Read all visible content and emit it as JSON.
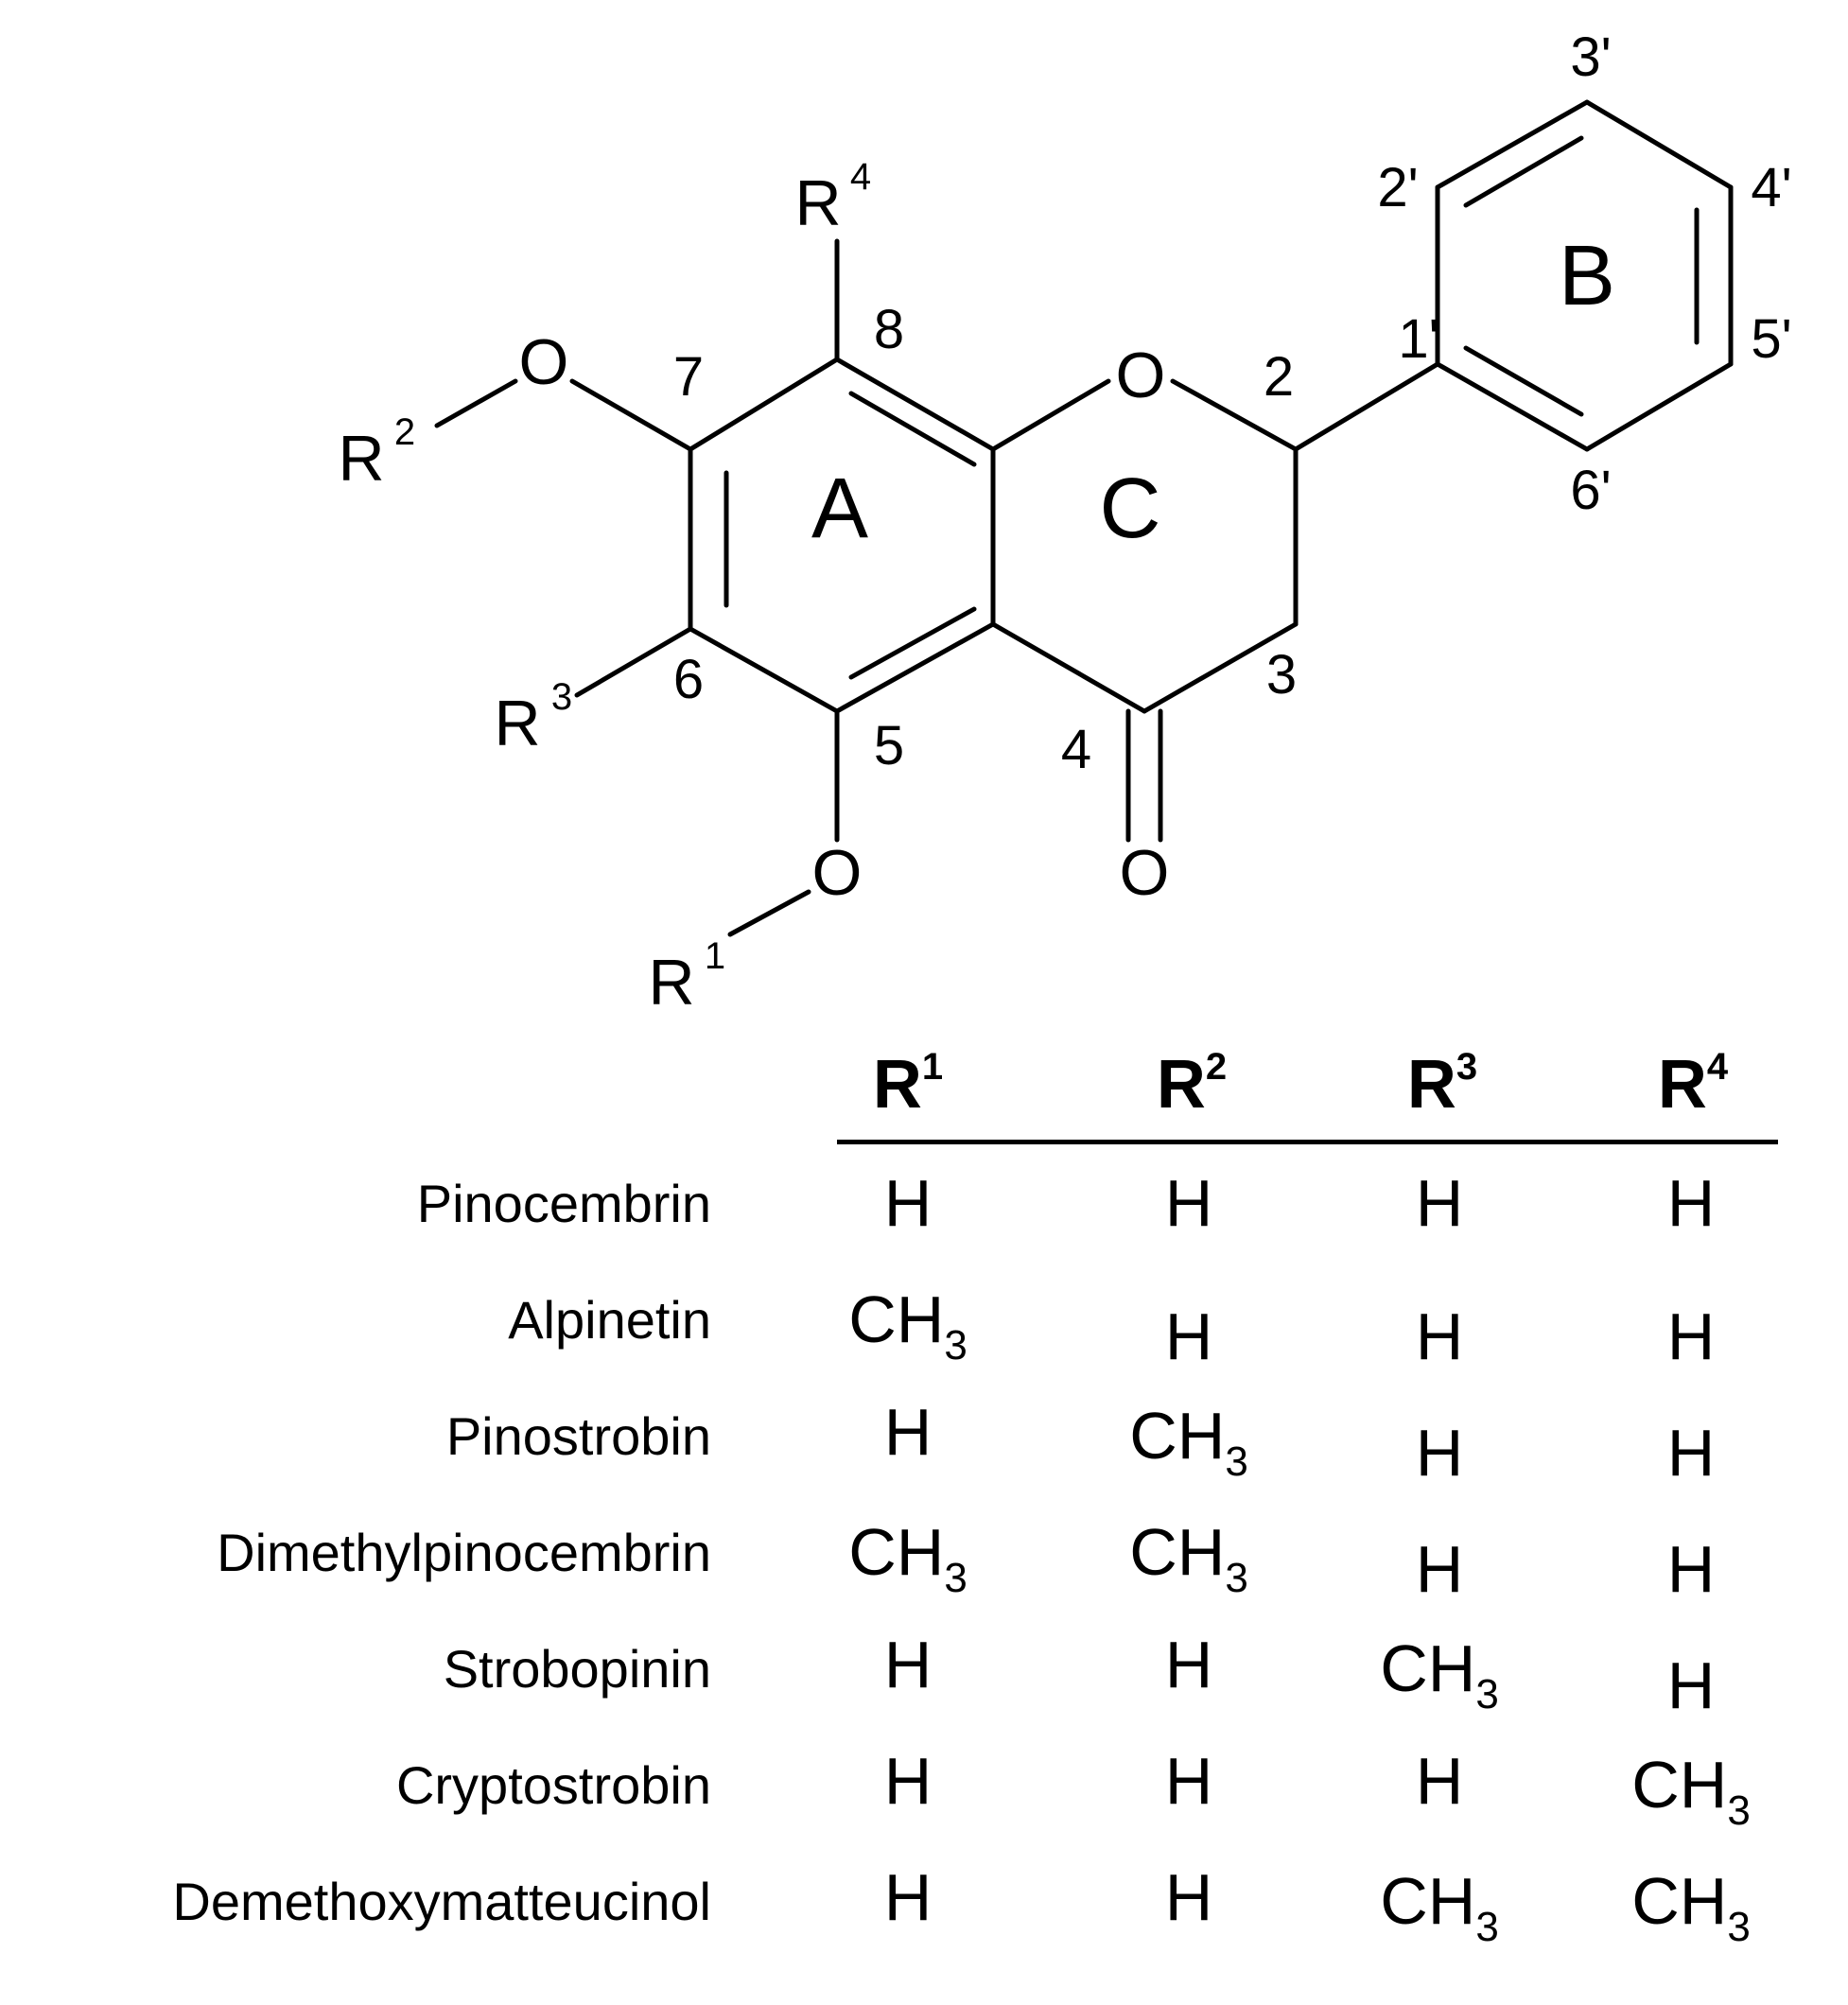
{
  "structure": {
    "atoms": {
      "o1": "O",
      "o7": "O",
      "o5": "O",
      "o4": "O",
      "r1": "R",
      "r1_sup": "1",
      "r2": "R",
      "r2_sup": "2",
      "r3": "R",
      "r3_sup": "3",
      "r4": "R",
      "r4_sup": "4"
    },
    "positions": {
      "p2": "2",
      "p3": "3",
      "p4": "4",
      "p5": "5",
      "p6": "6",
      "p7": "7",
      "p8": "8",
      "p1p": "1'",
      "p2p": "2'",
      "p3p": "3'",
      "p4p": "4'",
      "p5p": "5'",
      "p6p": "6'"
    },
    "rings": {
      "a": "A",
      "b": "B",
      "c": "C"
    }
  },
  "table": {
    "headers": [
      {
        "base": "R",
        "sup": "1"
      },
      {
        "base": "R",
        "sup": "2"
      },
      {
        "base": "R",
        "sup": "3"
      },
      {
        "base": "R",
        "sup": "4"
      }
    ],
    "rows": [
      {
        "name": "Pinocembrin",
        "cells": [
          {
            "base": "H",
            "sub": ""
          },
          {
            "base": "H",
            "sub": ""
          },
          {
            "base": "H",
            "sub": ""
          },
          {
            "base": "H",
            "sub": ""
          }
        ]
      },
      {
        "name": "Alpinetin",
        "cells": [
          {
            "base": "CH",
            "sub": "3"
          },
          {
            "base": "H",
            "sub": ""
          },
          {
            "base": "H",
            "sub": ""
          },
          {
            "base": "H",
            "sub": ""
          }
        ]
      },
      {
        "name": "Pinostrobin",
        "cells": [
          {
            "base": "H",
            "sub": ""
          },
          {
            "base": "CH",
            "sub": "3"
          },
          {
            "base": "H",
            "sub": ""
          },
          {
            "base": "H",
            "sub": ""
          }
        ]
      },
      {
        "name": "Dimethylpinocembrin",
        "cells": [
          {
            "base": "CH",
            "sub": "3"
          },
          {
            "base": "CH",
            "sub": "3"
          },
          {
            "base": "H",
            "sub": ""
          },
          {
            "base": "H",
            "sub": ""
          }
        ]
      },
      {
        "name": "Strobopinin",
        "cells": [
          {
            "base": "H",
            "sub": ""
          },
          {
            "base": "H",
            "sub": ""
          },
          {
            "base": "CH",
            "sub": "3"
          },
          {
            "base": "H",
            "sub": ""
          }
        ]
      },
      {
        "name": "Cryptostrobin",
        "cells": [
          {
            "base": "H",
            "sub": ""
          },
          {
            "base": "H",
            "sub": ""
          },
          {
            "base": "H",
            "sub": ""
          },
          {
            "base": "CH",
            "sub": "3"
          }
        ]
      },
      {
        "name": "Demethoxymatteucinol",
        "cells": [
          {
            "base": "H",
            "sub": ""
          },
          {
            "base": "H",
            "sub": ""
          },
          {
            "base": "CH",
            "sub": "3"
          },
          {
            "base": "CH",
            "sub": "3"
          }
        ]
      }
    ]
  }
}
